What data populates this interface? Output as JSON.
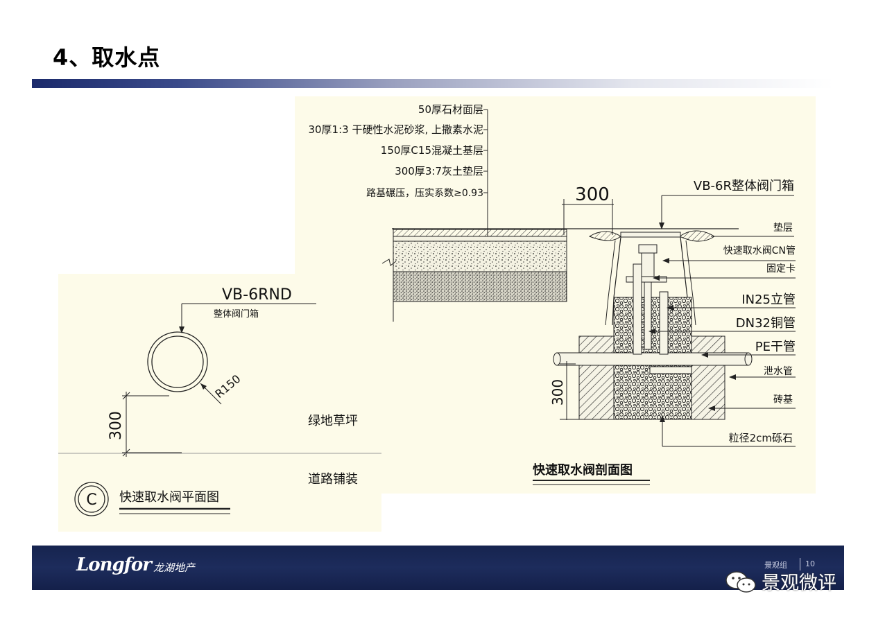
{
  "slide": {
    "title": "4、取水点"
  },
  "section_drawing": {
    "layers": [
      "50厚石材面层",
      "30厚1:3 干硬性水泥砂浆, 上撒素水泥",
      "150厚C15混凝土基层",
      "300厚3:7灰土垫层",
      "路基碾压，压实系数≥0.93"
    ],
    "dim_top": "300",
    "valve_box_label": "VB-6R整体阀门箱",
    "callouts": [
      "垫层",
      "快速取水阀CN管",
      "固定卡",
      "IN25立管",
      "DN32铜管",
      "PE干管",
      "泄水管",
      "砖基",
      "粒径2cm砾石"
    ],
    "dim_side": "300",
    "caption": "快速取水阀剖面图"
  },
  "plan_drawing": {
    "valve_label": "VB-6RND",
    "valve_sublabel": "整体阀门箱",
    "radius_label": "R150",
    "dim": "300",
    "zone_top": "绿地草坪",
    "zone_bottom": "道路铺装",
    "symbol_letter": "C",
    "caption": "快速取水阀平面图"
  },
  "footer": {
    "logo": "Longfor",
    "logo_cn": "龙湖地产",
    "group": "景观组",
    "page": "10"
  },
  "watermark": "景观微评",
  "colors": {
    "panel": "#fdfbe9",
    "footer": "#1d2c5c",
    "title_bar_start": "#1b2a6b"
  }
}
